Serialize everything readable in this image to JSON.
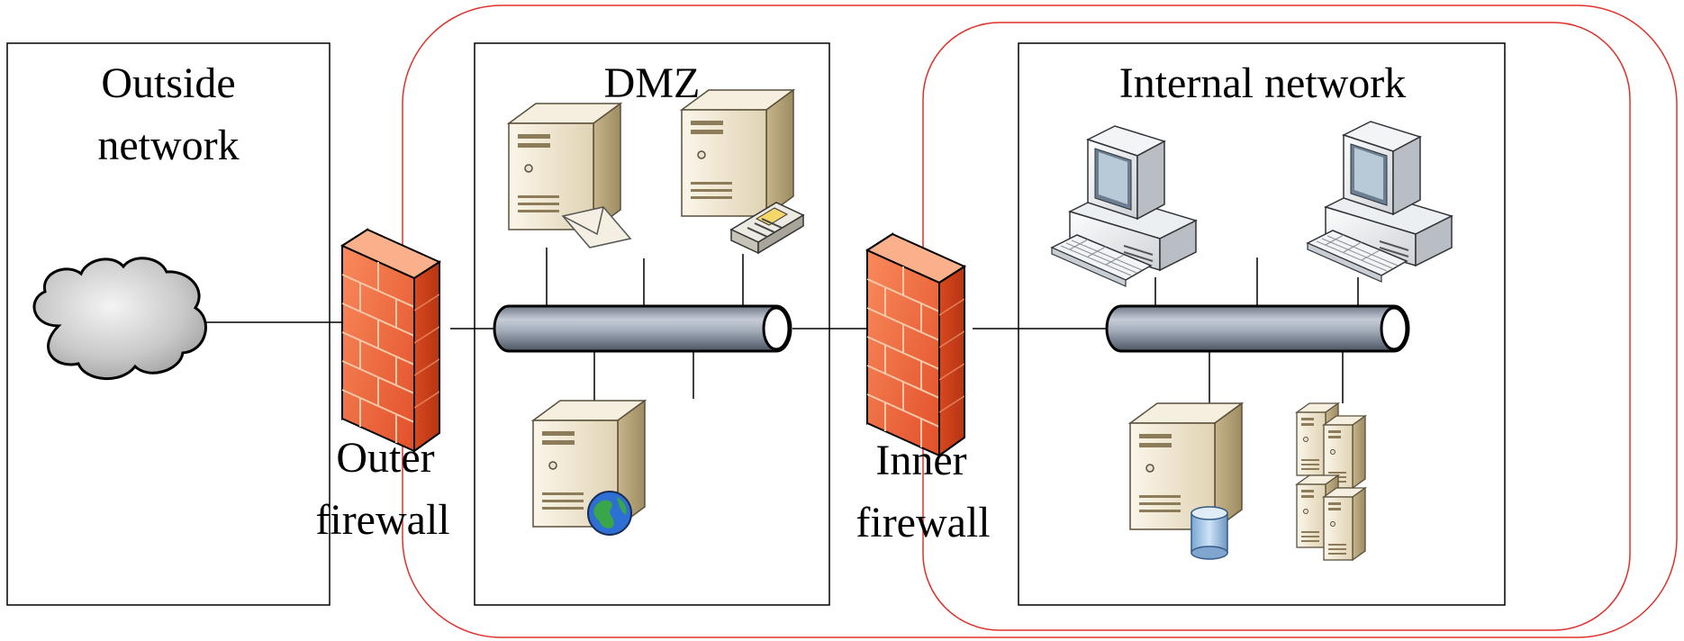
{
  "zones": {
    "outside": {
      "line1": "Outside",
      "line2": "network"
    },
    "dmz": {
      "label": "DMZ"
    },
    "internal": {
      "label": "Internal network"
    }
  },
  "firewalls": {
    "outer": {
      "line1": "Outer",
      "line2": "firewall"
    },
    "inner": {
      "line1": "Inner",
      "line2": "firewall"
    }
  },
  "icons": {
    "cloud": "cloud-icon",
    "firewall": "brick-firewall-icon",
    "mail_server": "mail-server-icon",
    "fax_server": "fax-server-icon",
    "web_server": "web-server-icon",
    "workstation": "desktop-computer-icon",
    "database_server": "database-server-icon",
    "server_cluster": "server-cluster-icon",
    "backbone": "network-backbone-icon"
  },
  "colors": {
    "perimeter_outline": "#e0302a",
    "firewall_brick": "#f0683a",
    "server_beige": "#e8dcc0",
    "backbone_gray": "#9aa5b5"
  }
}
